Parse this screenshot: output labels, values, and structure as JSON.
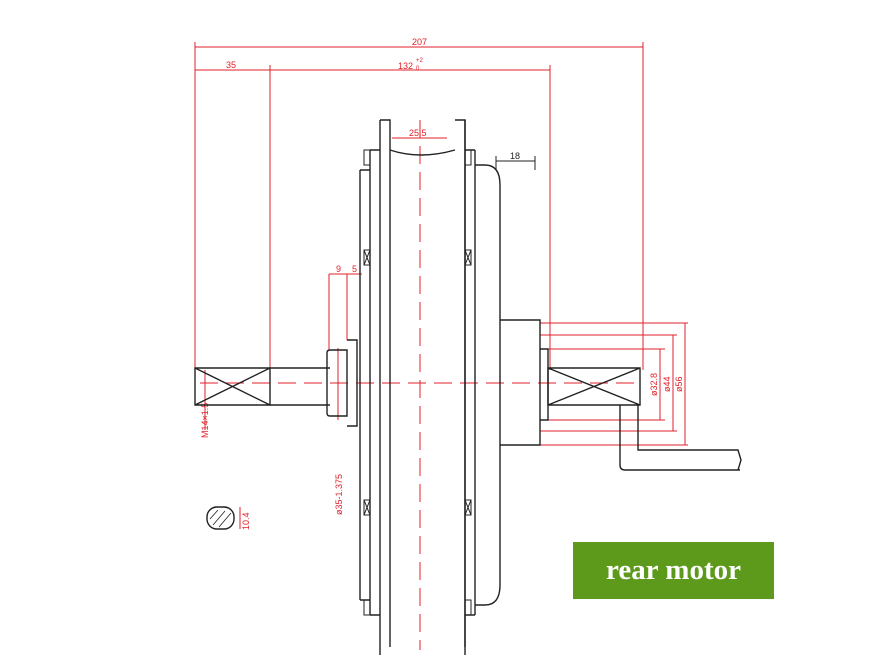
{
  "title": "rear motor",
  "dimensions": {
    "overall_length": "207",
    "left_shaft": "35",
    "dropout_width": "132",
    "dropout_tolerance": "+2",
    "dropout_tolerance_low": "0",
    "rim_width": "25.5",
    "right_offset": "18",
    "step1": "9",
    "step2": "5",
    "thread": "M14×1.5",
    "bearing_dia": "ø35-1.375",
    "flat_width": "10.4",
    "dia1": "ø32.8",
    "dia2": "ø44",
    "dia3": "ø56"
  },
  "colors": {
    "dimension": "#e0202a",
    "badge": "#5d9a1c"
  }
}
